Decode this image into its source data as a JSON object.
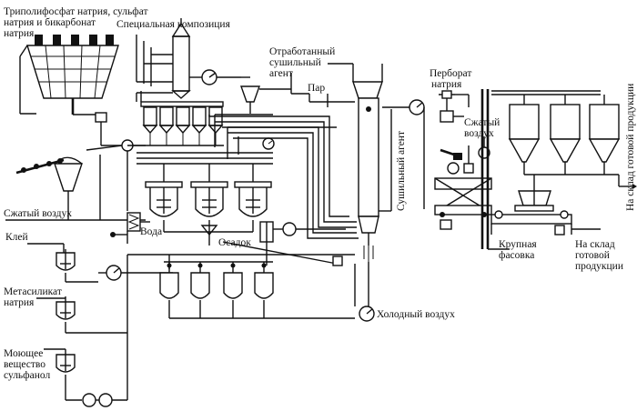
{
  "labels": {
    "raw_salts": [
      "Триполифосфат натрия, сульфат",
      "натрия и бикарбонат",
      "натрия"
    ],
    "special_composition": "Специальная композиция",
    "spent_agent": [
      "Отработанный",
      "сушильный",
      "агент"
    ],
    "steam": "Пар",
    "drying_agent": "Сушильный агент",
    "perborate": [
      "Перборат",
      "натрия"
    ],
    "compressed_air_right": [
      "Сжатый",
      "воздух"
    ],
    "compressed_air_left": "Сжатый воздух",
    "water": "Вода",
    "sediment": "Осадок",
    "glue": "Клей",
    "metasilicate": [
      "Метасиликат",
      "натрия"
    ],
    "detergent": [
      "Моющее",
      "вещество",
      "сульфанол"
    ],
    "cold_air": "Холодный воздух",
    "large_packing": [
      "Крупная",
      "фасовка"
    ],
    "warehouse_bottom": [
      "На склад",
      "готовой",
      "продукции"
    ],
    "warehouse_vertical": "На склад готовой продукции"
  }
}
